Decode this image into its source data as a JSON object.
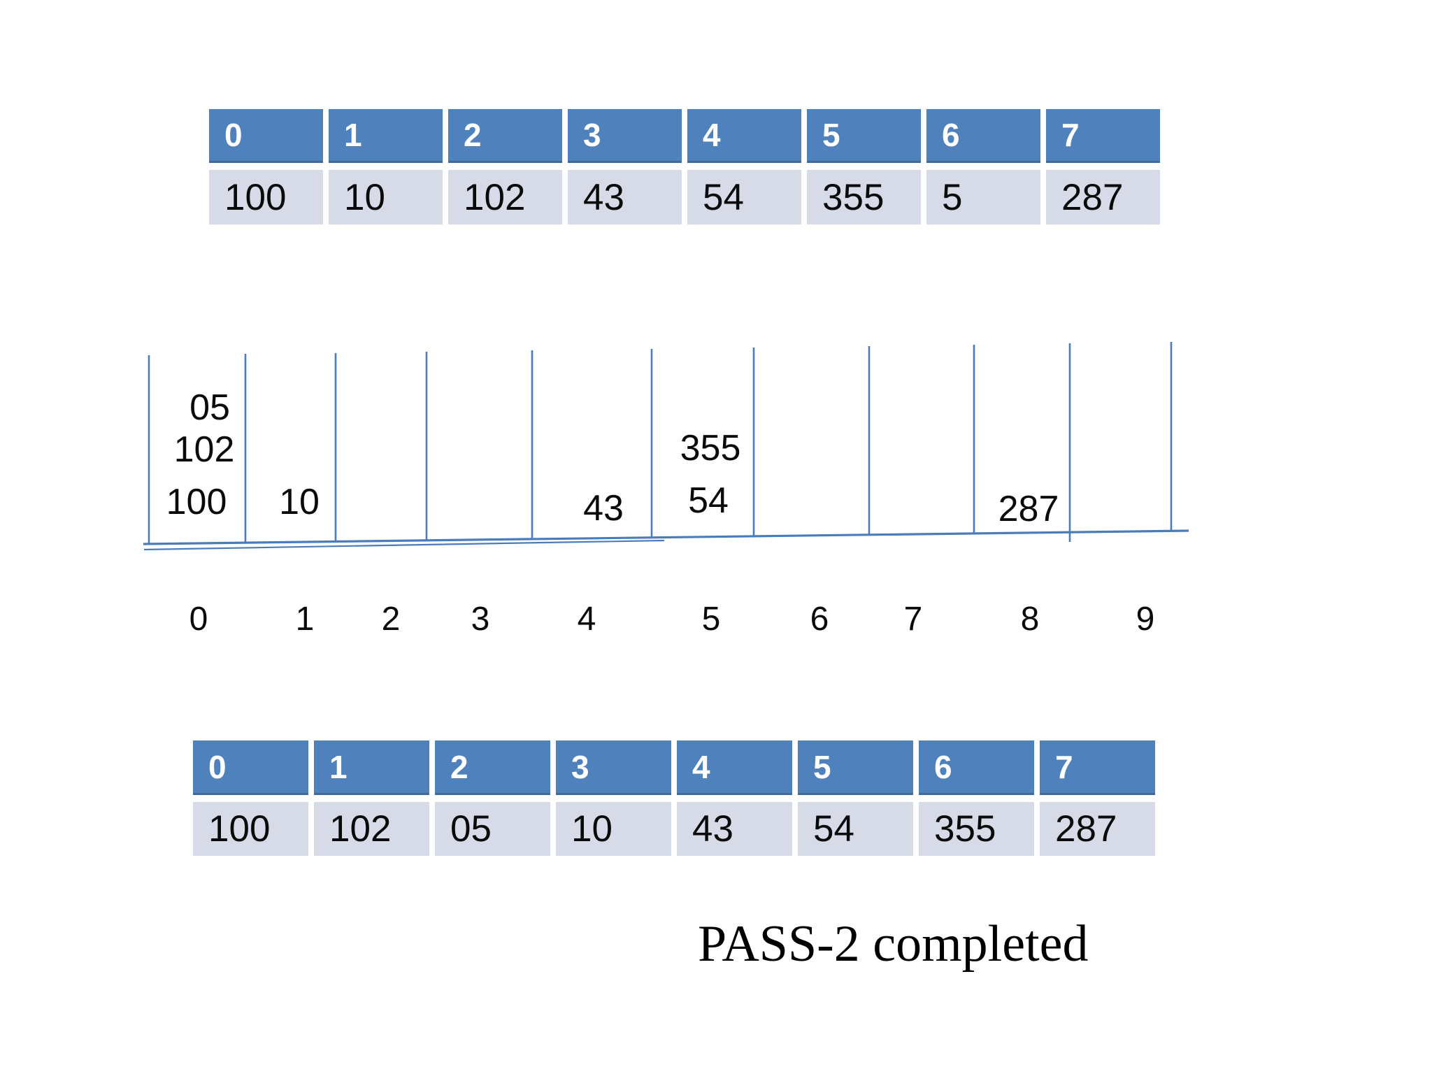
{
  "top_table": {
    "headers": [
      "0",
      "1",
      "2",
      "3",
      "4",
      "5",
      "6",
      "7"
    ],
    "values": [
      "100",
      "10",
      "102",
      "43",
      "54",
      "355",
      "5",
      "287"
    ]
  },
  "bucket_diagram": {
    "labels": [
      "0",
      "1",
      "2",
      "3",
      "4",
      "5",
      "6",
      "7",
      "8",
      "9"
    ],
    "entries": [
      {
        "bucket": "0",
        "value": "05"
      },
      {
        "bucket": "0",
        "value": "102"
      },
      {
        "bucket": "0",
        "value": "100"
      },
      {
        "bucket": "1",
        "value": "10"
      },
      {
        "bucket": "4",
        "value": "43"
      },
      {
        "bucket": "5",
        "value": "355"
      },
      {
        "bucket": "5",
        "value": "54"
      },
      {
        "bucket": "8",
        "value": "287"
      }
    ]
  },
  "bottom_table": {
    "headers": [
      "0",
      "1",
      "2",
      "3",
      "4",
      "5",
      "6",
      "7"
    ],
    "values": [
      "100",
      "102",
      "05",
      "10",
      "43",
      "54",
      "355",
      "287"
    ]
  },
  "caption": "PASS-2 completed",
  "colors": {
    "header_blue": "#4f81bd",
    "cell_fill": "#d7dbe7",
    "line_blue": "#4a7cbb",
    "text": "#0a0a0a"
  }
}
